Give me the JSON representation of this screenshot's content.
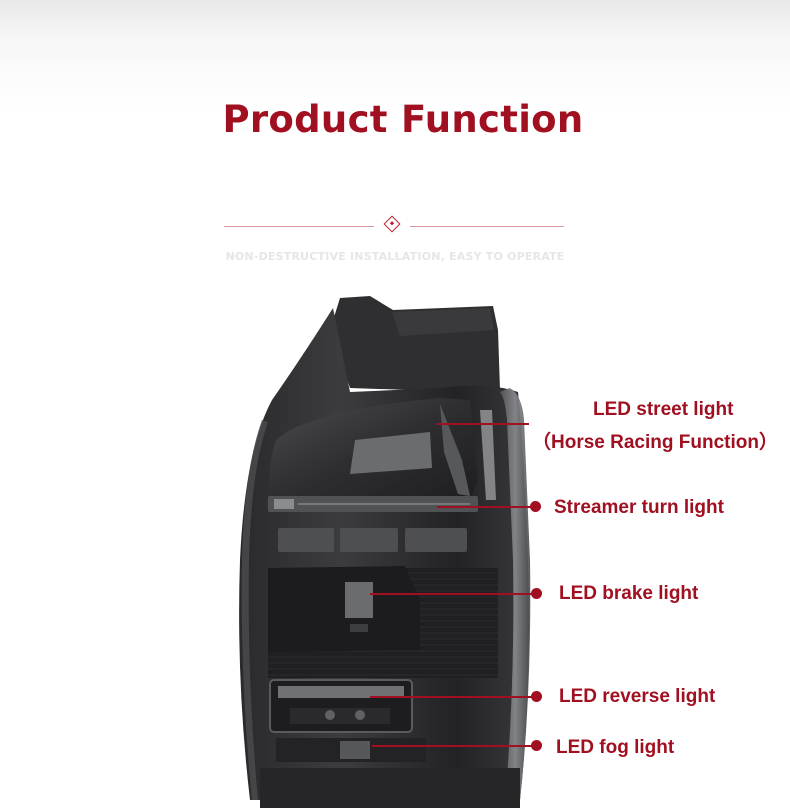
{
  "header": {
    "title": "Product Function",
    "subtitle": "NON-DESTRUCTIVE INSTALLATION, EASY TO OPERATE"
  },
  "callouts": [
    {
      "label": "LED street light",
      "sublabel": "（Horse Racing Function）"
    },
    {
      "label": "Streamer turn light"
    },
    {
      "label": "LED brake light"
    },
    {
      "label": "LED reverse light"
    },
    {
      "label": "LED fog light"
    }
  ],
  "colors": {
    "accent": "#a01020",
    "divider": "#d99aa0",
    "subtitle": "#e6e6e6"
  }
}
